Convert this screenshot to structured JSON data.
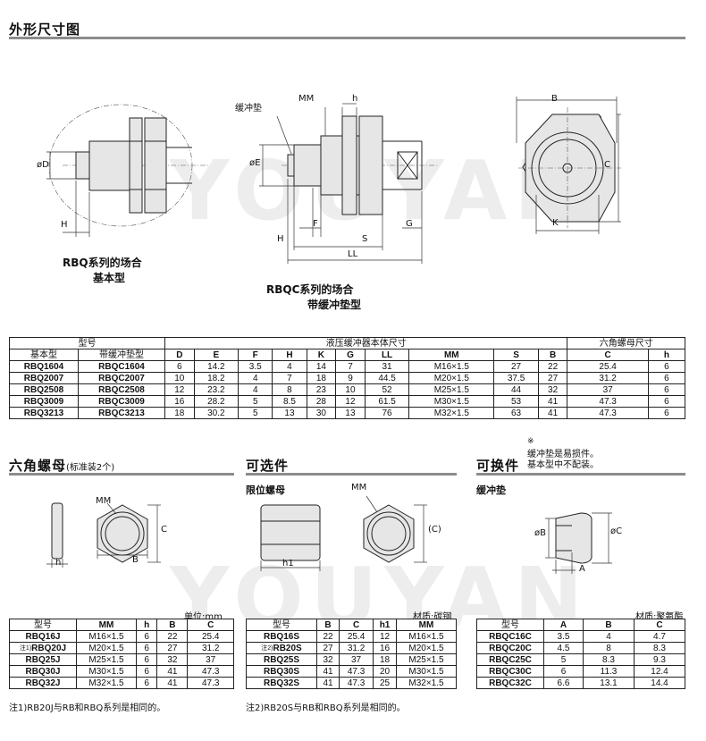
{
  "sections": {
    "outline": {
      "title": "外形尺寸图"
    },
    "hex_nut": {
      "title": "六角螺母",
      "subtitle": "(标准装2个)"
    },
    "optional": {
      "title": "可选件",
      "item": "限位螺母"
    },
    "replaceable": {
      "title": "可换件",
      "item": "缓冲垫",
      "note_mark": "※",
      "note_line1": "缓冲垫是易损件。",
      "note_line2": "基本型中不配装。"
    }
  },
  "watermark": "YOUYAN",
  "drawings": {
    "rbq": {
      "caption1": "RBQ系列的场合",
      "caption2": "基本型",
      "label_D": "øD",
      "label_H": "H"
    },
    "rbqc": {
      "caption1": "RBQC系列的场合",
      "caption2": "带缓冲垫型",
      "label_pad": "缓冲垫",
      "label_MM": "MM",
      "label_h": "h",
      "label_E": "øE",
      "label_F": "F",
      "label_G": "G",
      "label_H": "H",
      "label_S": "S",
      "label_LL": "LL"
    },
    "hex_view": {
      "label_B": "B",
      "label_C": "C",
      "label_K": "K"
    },
    "nut": {
      "label_MM": "MM",
      "label_C": "C",
      "label_B": "B",
      "label_h": "h"
    },
    "stop_nut": {
      "label_MM": "MM",
      "label_C": "(C)",
      "label_h1": "h1"
    },
    "pad": {
      "label_B": "øB",
      "label_C": "øC",
      "label_A": "A"
    }
  },
  "main_table": {
    "group_model": "型号",
    "group_body": "液压缓冲器本体尺寸",
    "group_nut": "六角螺母尺寸",
    "headers": [
      "基本型",
      "带缓冲垫型",
      "D",
      "E",
      "F",
      "H",
      "K",
      "G",
      "LL",
      "MM",
      "S",
      "B",
      "C",
      "h"
    ],
    "rows": [
      [
        "RBQ1604",
        "RBQC1604",
        "6",
        "14.2",
        "3.5",
        "4",
        "14",
        "7",
        "31",
        "M16×1.5",
        "27",
        "22",
        "25.4",
        "6"
      ],
      [
        "RBQ2007",
        "RBQC2007",
        "10",
        "18.2",
        "4",
        "7",
        "18",
        "9",
        "44.5",
        "M20×1.5",
        "37.5",
        "27",
        "31.2",
        "6"
      ],
      [
        "RBQ2508",
        "RBQC2508",
        "12",
        "23.2",
        "4",
        "8",
        "23",
        "10",
        "52",
        "M25×1.5",
        "44",
        "32",
        "37",
        "6"
      ],
      [
        "RBQ3009",
        "RBQC3009",
        "16",
        "28.2",
        "5",
        "8.5",
        "28",
        "12",
        "61.5",
        "M30×1.5",
        "53",
        "41",
        "47.3",
        "6"
      ],
      [
        "RBQ3213",
        "RBQC3213",
        "18",
        "30.2",
        "5",
        "13",
        "30",
        "13",
        "76",
        "M32×1.5",
        "63",
        "41",
        "47.3",
        "6"
      ]
    ]
  },
  "nut_table": {
    "unit": "单位:mm",
    "headers": [
      "型号",
      "MM",
      "h",
      "B",
      "C"
    ],
    "rows": [
      [
        "",
        "RBQ16J",
        "M16×1.5",
        "6",
        "22",
        "25.4"
      ],
      [
        "注1)",
        "RBQ20J",
        "M20×1.5",
        "6",
        "27",
        "31.2"
      ],
      [
        "",
        "RBQ25J",
        "M25×1.5",
        "6",
        "32",
        "37"
      ],
      [
        "",
        "RBQ30J",
        "M30×1.5",
        "6",
        "41",
        "47.3"
      ],
      [
        "",
        "RBQ32J",
        "M32×1.5",
        "6",
        "41",
        "47.3"
      ]
    ],
    "note": "注1)RB20J与RB和RBQ系列是相同的。"
  },
  "stop_table": {
    "unit": "材质:碳钢",
    "headers": [
      "型号",
      "B",
      "C",
      "h1",
      "MM"
    ],
    "rows": [
      [
        "",
        "RBQ16S",
        "22",
        "25.4",
        "12",
        "M16×1.5"
      ],
      [
        "注2)",
        "RB20S",
        "27",
        "31.2",
        "16",
        "M20×1.5"
      ],
      [
        "",
        "RBQ25S",
        "32",
        "37",
        "18",
        "M25×1.5"
      ],
      [
        "",
        "RBQ30S",
        "41",
        "47.3",
        "20",
        "M30×1.5"
      ],
      [
        "",
        "RBQ32S",
        "41",
        "47.3",
        "25",
        "M32×1.5"
      ]
    ],
    "note": "注2)RB20S与RB和RBQ系列是相同的。"
  },
  "pad_table": {
    "unit": "材质:聚氨酯",
    "headers": [
      "型号",
      "A",
      "B",
      "C"
    ],
    "rows": [
      [
        "RBQC16C",
        "3.5",
        "4",
        "4.7"
      ],
      [
        "RBQC20C",
        "4.5",
        "8",
        "8.3"
      ],
      [
        "RBQC25C",
        "5",
        "8.3",
        "9.3"
      ],
      [
        "RBQC30C",
        "6",
        "11.3",
        "12.4"
      ],
      [
        "RBQC32C",
        "6.6",
        "13.1",
        "14.4"
      ]
    ]
  }
}
